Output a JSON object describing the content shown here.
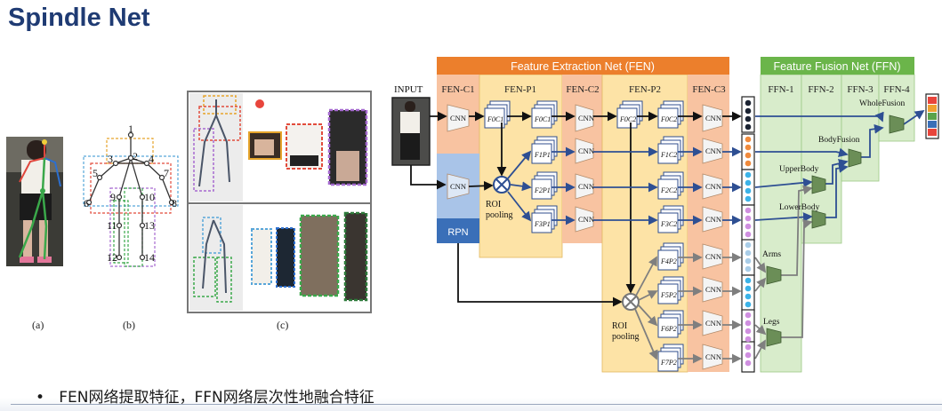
{
  "slide": {
    "title": "Spindle Net",
    "bullet": "FEN网络提取特征，FFN网络层次性地融合特征"
  },
  "left_figure": {
    "labels": [
      "(a)",
      "(b)",
      "(c)"
    ],
    "keypoints": [
      "1",
      "2",
      "3",
      "4",
      "5",
      "6",
      "7",
      "8",
      "9",
      "10",
      "11",
      "13",
      "12",
      "14"
    ]
  },
  "fen": {
    "header": "Feature Extraction Net (FEN)",
    "columns": [
      "FEN-C1",
      "FEN-P1",
      "FEN-C2",
      "FEN-P2",
      "FEN-C3"
    ],
    "input_label": "INPUT",
    "rpn_label": "RPN",
    "cnn_label": "CNN",
    "roi_pooling": [
      "ROI",
      "pooling"
    ],
    "p1_features": [
      "F0C1",
      "F1P1",
      "F2P1",
      "F3P1"
    ],
    "p2_features": [
      "F0C2",
      "F1C2",
      "F2C2",
      "F3C2",
      "F4P2",
      "F5P2",
      "F6P2",
      "F7P2"
    ]
  },
  "ffn": {
    "header": "Feature Fusion Net (FFN)",
    "columns": [
      "FFN-1",
      "FFN-2",
      "FFN-3",
      "FFN-4"
    ],
    "nodes": [
      "WholeFusion",
      "BodyFusion",
      "UpperBody",
      "LowerBody",
      "Arms",
      "Legs"
    ]
  },
  "colors": {
    "title": "#1f3b73",
    "fen_header": "#ec7f2c",
    "ffn_header": "#6bb54a",
    "fen_c_col": "#f8c3a1",
    "fen_p_col": "#fde3a6",
    "ffn_col": "#d8eccb",
    "rpn": "#3a6fb8",
    "arrow_blue": "#2e4f93",
    "arrow_gray": "#7f7f7f",
    "arrow_black": "#111111"
  }
}
